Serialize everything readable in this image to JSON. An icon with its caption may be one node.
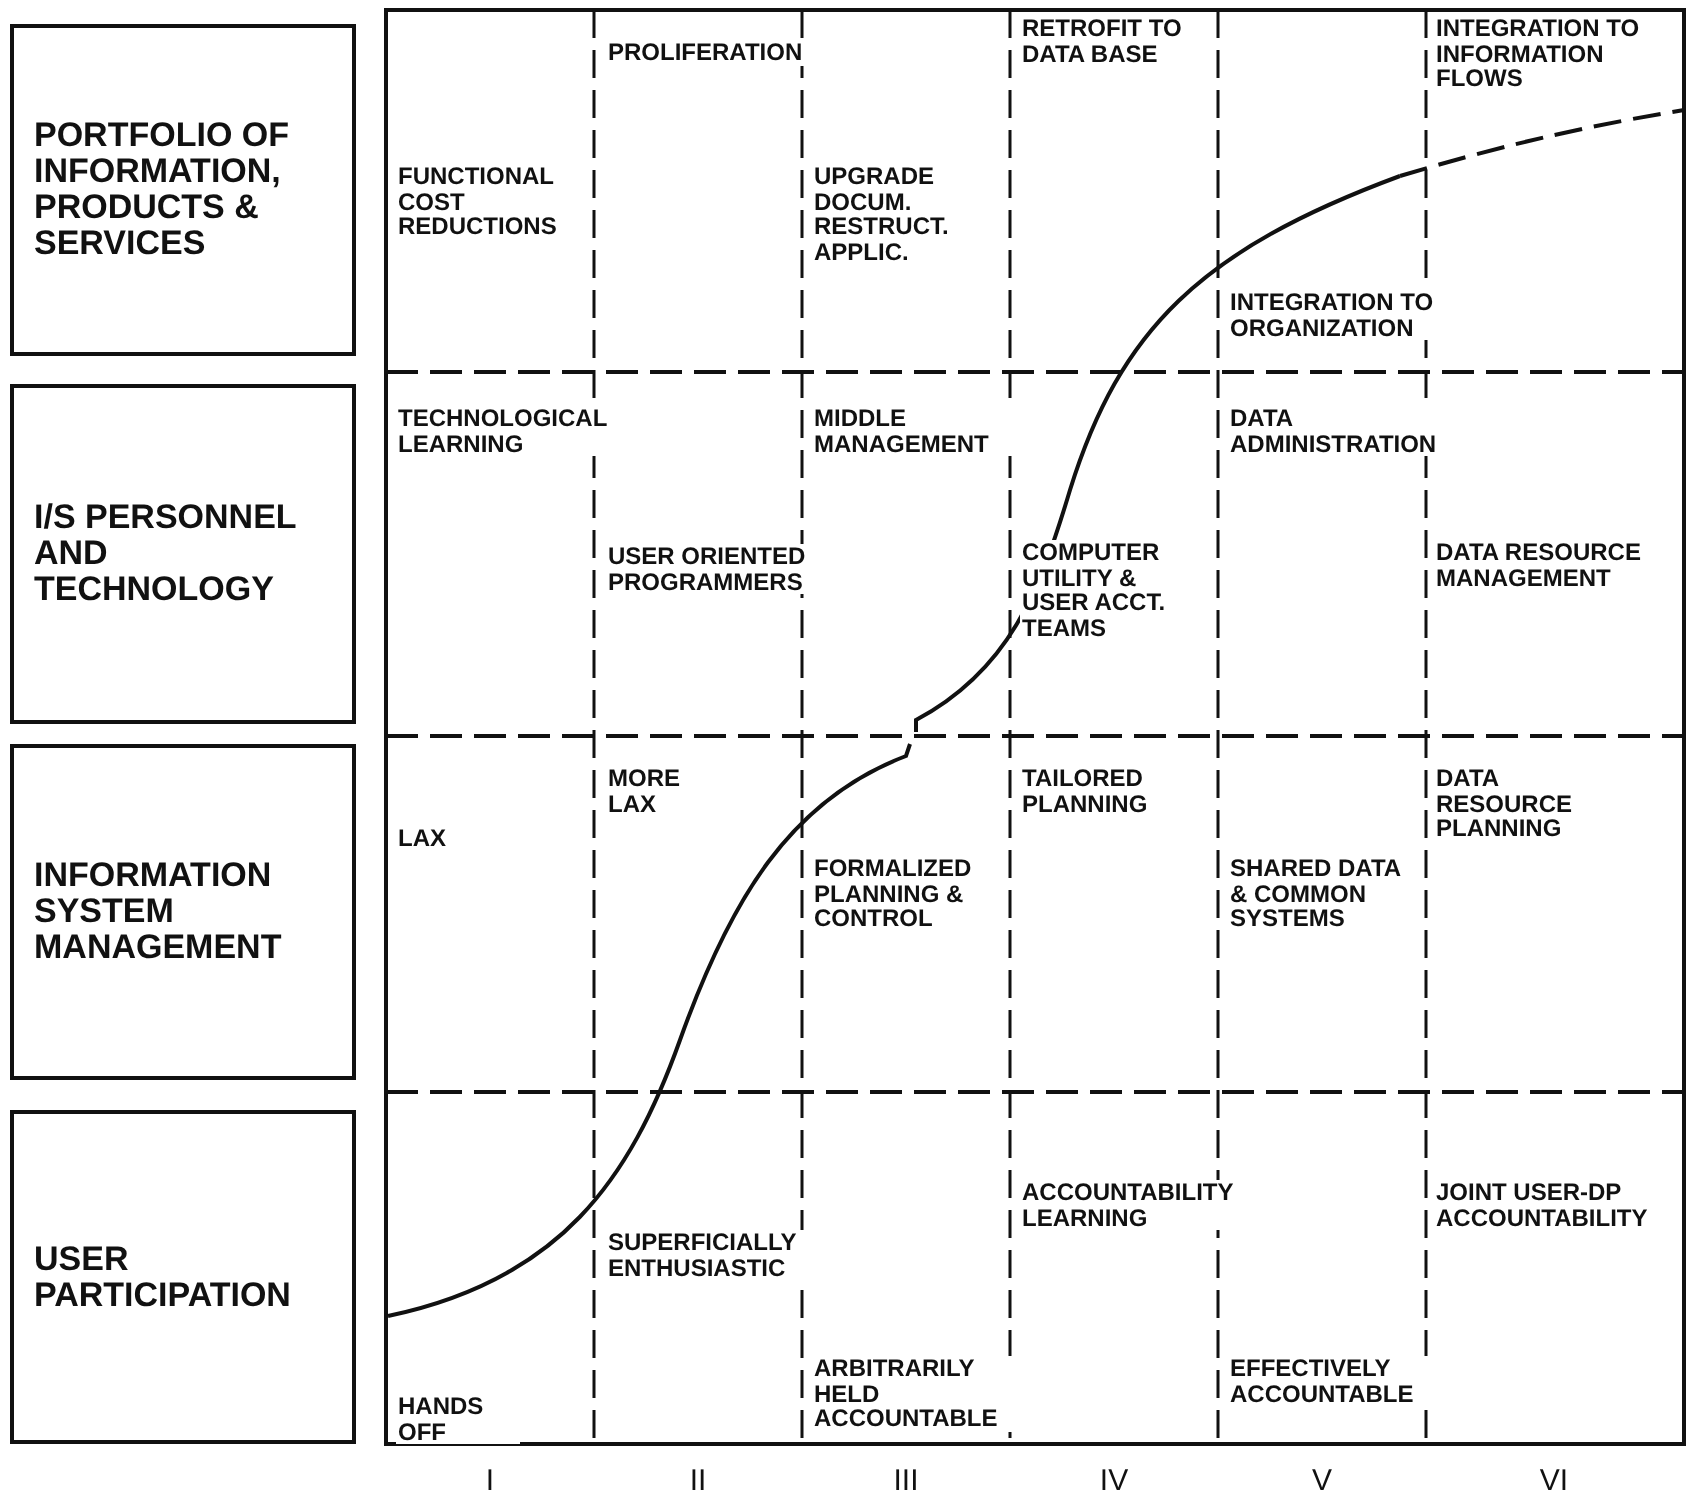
{
  "diagram": {
    "nodes": [
      {
        "text": [
          "PORTFOLIO OF INFORMATION, PRODUCTS & SERVICES"
        ]
      },
      {
        "text": [
          "I/S PERSONNEL AND TECHNOLOGY"
        ]
      },
      {
        "text": [
          "INFORMATION SYSTEM MANAGEMENT"
        ]
      },
      {
        "text": [
          "USER PARTICIPATION"
        ]
      }
    ],
    "edges": [],
    "labels": [
      "PROLIFERATION",
      "RETROFIT TO DATA BASE",
      "INTEGRATION TO INFORMATION FLOWS",
      "FUNCTIONAL COST REDUCTIONS",
      "UPGRADE DOCUM. RESTRUCT. APPLIC.",
      "INTEGRATION TO ORGANIZATION",
      "TECHNOLOGICAL LEARNING",
      "MIDDLE MANAGEMENT",
      "DATA ADMINISTRATION",
      "USER ORIENTED PROGRAMMERS",
      "COMPUTER UTILITY & USER ACCT. TEAMS",
      "DATA RESOURCE MANAGEMENT",
      "MORE LAX",
      "TAILORED PLANNING",
      "DATA RESOURCE PLANNING",
      "LAX",
      "FORMALIZED PLANNING & CONTROL",
      "SHARED DATA & COMMON SYSTEMS",
      "ACCOUNTABILITY LEARNING",
      "JOINT USER-DP ACCOUNTABILITY",
      "SUPERFICIALLY ENTHUSIASTIC",
      "ARBITRARILY HELD ACCOUNTABLE",
      "EFFECTIVELY ACCOUNTABLE",
      "HANDS OFF",
      "I",
      "II",
      "III",
      "IV",
      "V",
      "VI"
    ]
  }
}
